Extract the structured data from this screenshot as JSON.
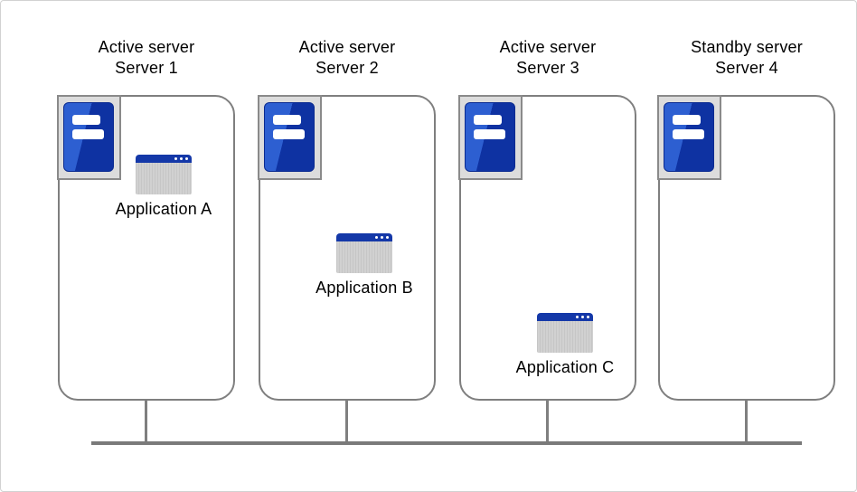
{
  "figure": {
    "description": "Cluster diagram: three active servers each running one application, one standby server, all connected to a shared network bus",
    "servers": [
      {
        "role": "Active server",
        "name": "Server 1",
        "application": "Application A"
      },
      {
        "role": "Active server",
        "name": "Server 2",
        "application": "Application B"
      },
      {
        "role": "Active server",
        "name": "Server 3",
        "application": "Application C"
      },
      {
        "role": "Standby server",
        "name": "Server 4",
        "application": null
      }
    ],
    "applications": [
      {
        "label": "Application A",
        "host": "Server 1"
      },
      {
        "label": "Application B",
        "host": "Server 2"
      },
      {
        "label": "Application C",
        "host": "Server 3"
      }
    ],
    "colors": {
      "server_box_border": "#7f7f7f",
      "network_line": "#7a7a7a",
      "server_icon_frame_bg": "#dcdcdc",
      "server_icon_frame_border": "#8a8a8a",
      "tower_blue_dark": "#0e32a2",
      "tower_blue_light": "#2d5fd1",
      "window_titlebar_blue": "#1438a8",
      "window_body_gray": "#cccccc",
      "text": "#000000"
    }
  }
}
